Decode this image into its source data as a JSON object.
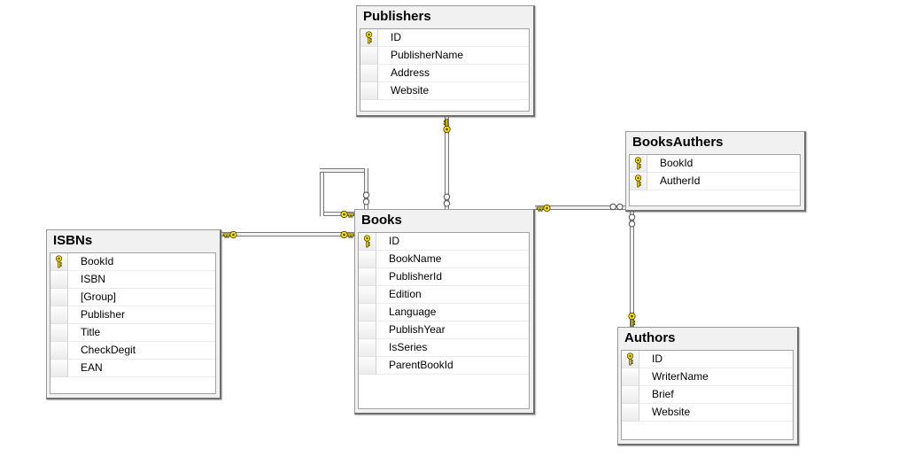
{
  "diagram": {
    "kind": "database-relationship-diagram",
    "tables": [
      {
        "name": "Publishers",
        "fields": [
          {
            "label": "ID",
            "is_primary_key": true
          },
          {
            "label": "PublisherName",
            "is_primary_key": false
          },
          {
            "label": "Address",
            "is_primary_key": false
          },
          {
            "label": "Website",
            "is_primary_key": false
          }
        ]
      },
      {
        "name": "BooksAuthers",
        "fields": [
          {
            "label": "BookId",
            "is_primary_key": true
          },
          {
            "label": "AutherId",
            "is_primary_key": true
          }
        ]
      },
      {
        "name": "Books",
        "fields": [
          {
            "label": "ID",
            "is_primary_key": true
          },
          {
            "label": "BookName",
            "is_primary_key": false
          },
          {
            "label": "PublisherId",
            "is_primary_key": false
          },
          {
            "label": "Edition",
            "is_primary_key": false
          },
          {
            "label": "Language",
            "is_primary_key": false
          },
          {
            "label": "PublishYear",
            "is_primary_key": false
          },
          {
            "label": "IsSeries",
            "is_primary_key": false
          },
          {
            "label": "ParentBookId",
            "is_primary_key": false
          }
        ]
      },
      {
        "name": "ISBNs",
        "fields": [
          {
            "label": "BookId",
            "is_primary_key": true
          },
          {
            "label": "ISBN",
            "is_primary_key": false
          },
          {
            "label": "[Group]",
            "is_primary_key": false
          },
          {
            "label": "Publisher",
            "is_primary_key": false
          },
          {
            "label": "Title",
            "is_primary_key": false
          },
          {
            "label": "CheckDegit",
            "is_primary_key": false
          },
          {
            "label": "EAN",
            "is_primary_key": false
          }
        ]
      },
      {
        "name": "Authors",
        "fields": [
          {
            "label": "ID",
            "is_primary_key": true
          },
          {
            "label": "WriterName",
            "is_primary_key": false
          },
          {
            "label": "Brief",
            "is_primary_key": false
          },
          {
            "label": "Website",
            "is_primary_key": false
          }
        ]
      }
    ],
    "relationships": [
      {
        "one_side": "Publishers",
        "many_side": "Books",
        "cardinality": "one-to-many",
        "one_end_glyph": "key",
        "many_end_glyph": "infinity"
      },
      {
        "one_side": "Books",
        "many_side": "Books",
        "cardinality": "one-to-many",
        "self_reference": true,
        "one_end_glyph": "key",
        "many_end_glyph": "infinity"
      },
      {
        "one_side": "ISBNs",
        "many_side": "Books",
        "cardinality": "one-to-one",
        "one_end_glyph": "key",
        "many_end_glyph": "key"
      },
      {
        "one_side": "Books",
        "many_side": "BooksAuthers",
        "cardinality": "one-to-many",
        "one_end_glyph": "key",
        "many_end_glyph": "infinity"
      },
      {
        "one_side": "Authors",
        "many_side": "BooksAuthers",
        "cardinality": "one-to-many",
        "one_end_glyph": "key",
        "many_end_glyph": "infinity"
      }
    ],
    "colors": {
      "canvas": "#ffffff",
      "table_background": "#f1f1f1",
      "table_border": "#9a9a9a",
      "table_shadow": "#6f6f6f",
      "grid_border": "#a2a2a2",
      "row_background": "#ffffff",
      "line": "#787878",
      "key_fill": "#ffe20a",
      "key_outline": "#45400a"
    }
  }
}
